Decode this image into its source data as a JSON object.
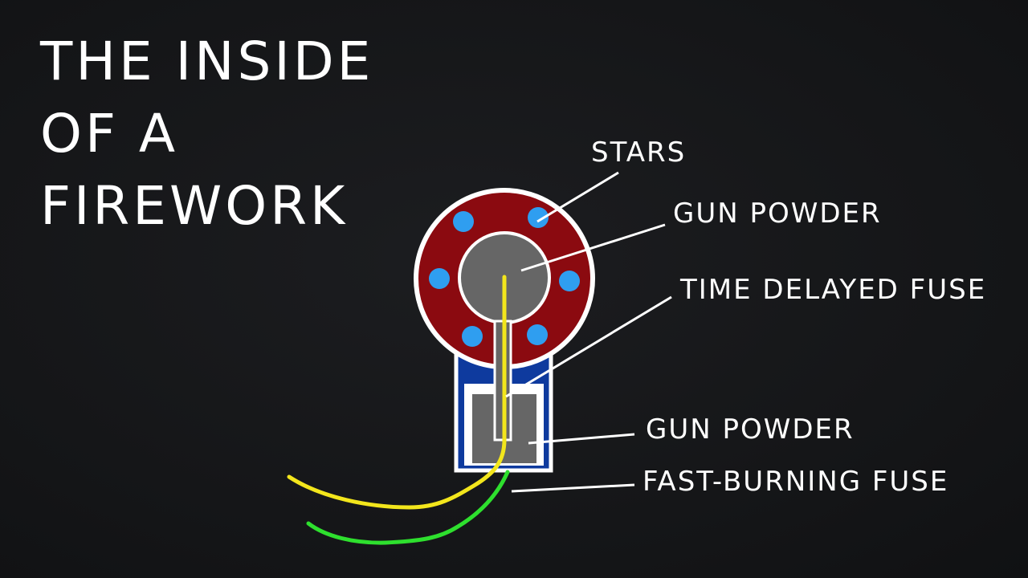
{
  "title": {
    "line1": "THE INSIDE",
    "line2": "OF A",
    "line3": "FIREWORK"
  },
  "labels": {
    "stars": "STARS",
    "gun_powder_top": "GUN POWDER",
    "time_delayed_fuse": "TIME DELAYED FUSE",
    "gun_powder_bottom": "GUN POWDER",
    "fast_burning_fuse": "FAST-BURNING FUSE"
  },
  "colors": {
    "background": "#141517",
    "shell": "#8b0a10",
    "stars": "#2f9ef0",
    "gun_powder": "#666666",
    "lift_charge_casing": "#0e3a9e",
    "time_delayed_fuse": "#f3e61c",
    "fast_burning_fuse": "#2ee02e",
    "outline": "#ffffff"
  }
}
